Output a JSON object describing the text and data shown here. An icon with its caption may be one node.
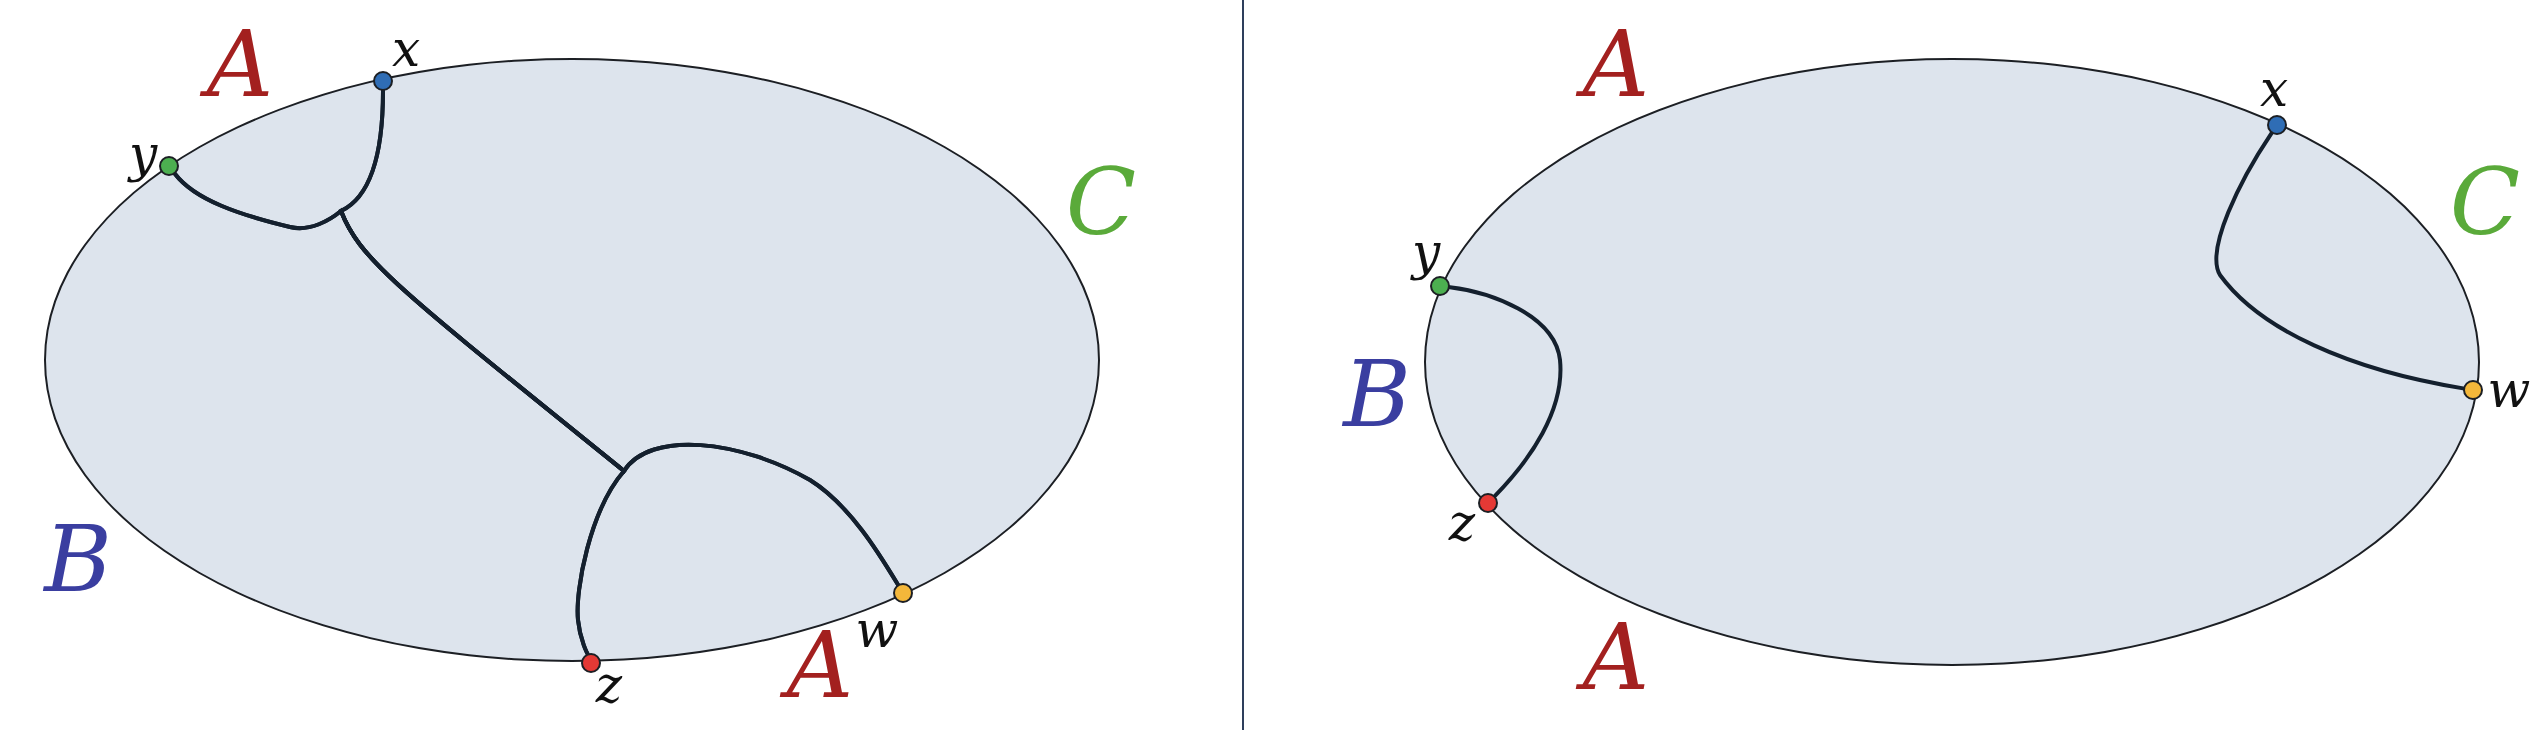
{
  "diagram": {
    "nodes": [
      {
        "text": [],
        "shape": "circle",
        "beside": [
          "x"
        ]
      },
      {
        "text": [],
        "shape": "circle",
        "beside": [
          "y"
        ]
      },
      {
        "text": [],
        "shape": "circle",
        "beside": [
          "z"
        ]
      },
      {
        "text": [],
        "shape": "circle",
        "beside": [
          "w"
        ]
      },
      {
        "text": [],
        "shape": "circle",
        "beside": [
          "x"
        ]
      },
      {
        "text": [],
        "shape": "circle",
        "beside": [
          "y"
        ]
      },
      {
        "text": [],
        "shape": "circle",
        "beside": [
          "z"
        ]
      },
      {
        "text": [],
        "shape": "circle",
        "beside": [
          "w"
        ]
      }
    ],
    "edges": [
      {
        "from": 0,
        "to": 2,
        "arrow": "none"
      },
      {
        "from": 0,
        "to": 3,
        "arrow": "none"
      },
      {
        "from": 1,
        "to": 2,
        "arrow": "none"
      },
      {
        "from": 1,
        "to": 3,
        "arrow": "none"
      },
      {
        "from": 5,
        "to": 6,
        "arrow": "none"
      },
      {
        "from": 4,
        "to": 7,
        "arrow": "none"
      }
    ],
    "labels": [
      "A",
      "C",
      "B",
      "A",
      "A",
      "C",
      "B",
      "A"
    ]
  }
}
